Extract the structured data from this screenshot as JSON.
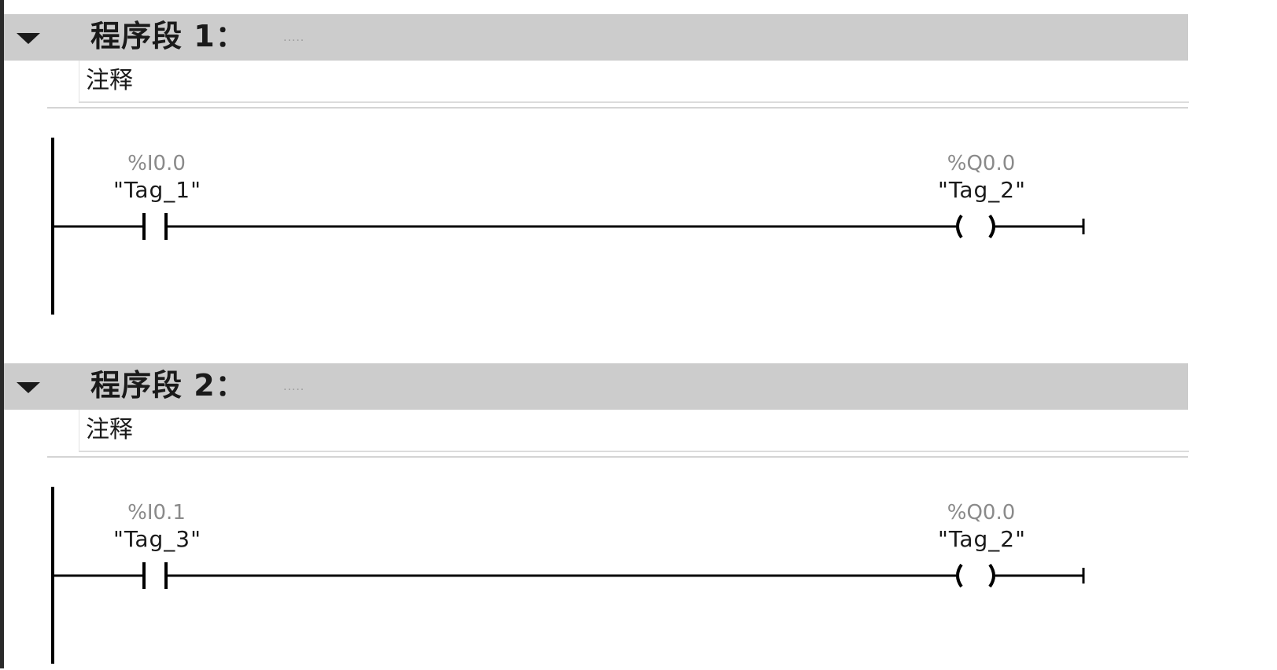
{
  "networks": [
    {
      "title": "程序段 1：",
      "title_placeholder": ".....",
      "comment": "注释",
      "contact": {
        "address": "%I0.0",
        "tag": "\"Tag_1\""
      },
      "coil": {
        "address": "%Q0.0",
        "tag": "\"Tag_2\""
      }
    },
    {
      "title": "程序段 2：",
      "title_placeholder": ".....",
      "comment": "注释",
      "contact": {
        "address": "%I0.1",
        "tag": "\"Tag_3\""
      },
      "coil": {
        "address": "%Q0.0",
        "tag": "\"Tag_2\""
      }
    }
  ],
  "icons": {
    "collapse": "triangle-down-icon",
    "contact": "normally-open-contact-icon",
    "coil": "coil-icon"
  },
  "colors": {
    "header_bg": "#cccccc",
    "line": "#000000",
    "address_text": "#8a8a8a"
  }
}
